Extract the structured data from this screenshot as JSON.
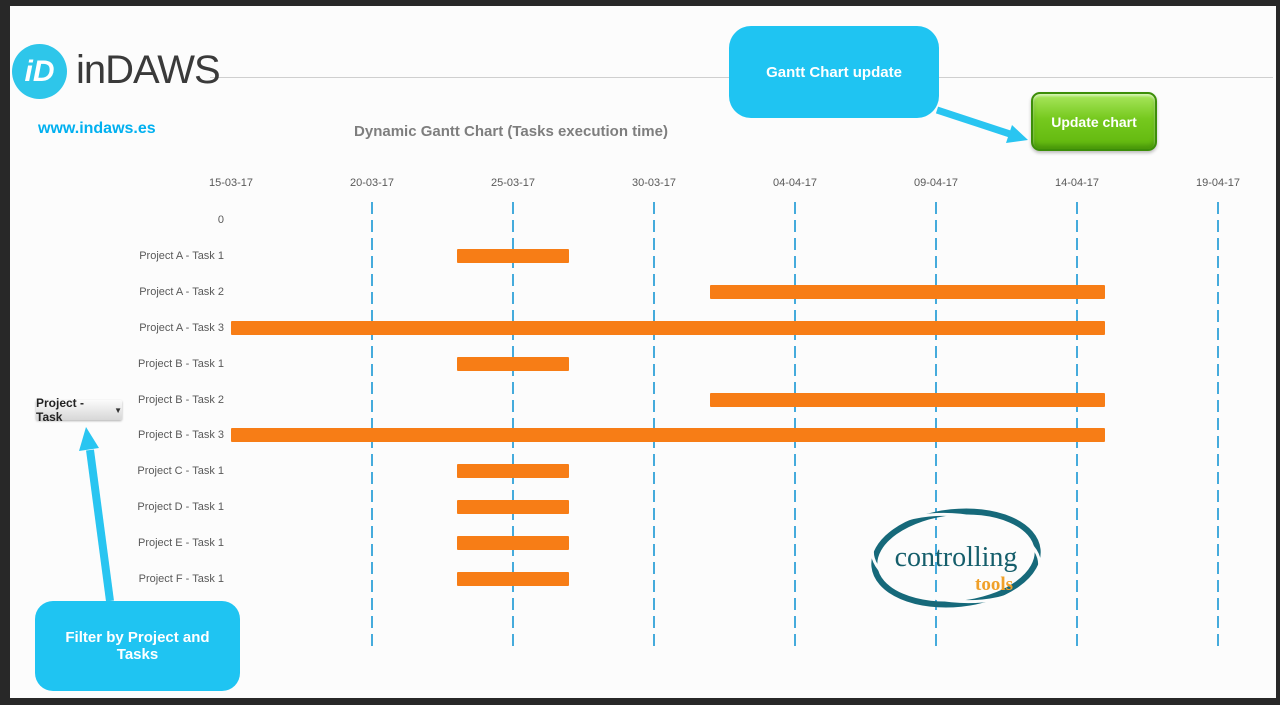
{
  "branding": {
    "logo_circle_text": "iD",
    "logo_text": "inDAWS",
    "website": "www.indaws.es"
  },
  "chart": {
    "title": "Dynamic Gantt Chart (Tasks execution time)"
  },
  "chart_data": {
    "type": "gantt",
    "title": "Dynamic Gantt Chart (Tasks execution time)",
    "x_ticks": [
      "15-03-17",
      "20-03-17",
      "25-03-17",
      "30-03-17",
      "04-04-17",
      "09-04-17",
      "14-04-17",
      "19-04-17"
    ],
    "x_min": "15-03-17",
    "x_max": "19-04-17",
    "tick_interval_days": 5,
    "gridlines": "vertical dashed at every tick except the first",
    "rows": [
      {
        "label": "0"
      },
      {
        "label": "Project A - Task 1",
        "start": "23-03-17",
        "end": "27-03-17",
        "start_day": 8,
        "duration_days": 4
      },
      {
        "label": "Project A - Task 2",
        "start": "01-04-17",
        "end": "15-04-17",
        "start_day": 17,
        "duration_days": 14
      },
      {
        "label": "Project A - Task 3",
        "start": "15-03-17",
        "end": "15-04-17",
        "start_day": 0,
        "duration_days": 31
      },
      {
        "label": "Project B - Task 1",
        "start": "23-03-17",
        "end": "27-03-17",
        "start_day": 8,
        "duration_days": 4
      },
      {
        "label": "Project B - Task 2",
        "start": "01-04-17",
        "end": "15-04-17",
        "start_day": 17,
        "duration_days": 14
      },
      {
        "label": "Project B - Task 3",
        "start": "15-03-17",
        "end": "15-04-17",
        "start_day": 0,
        "duration_days": 31
      },
      {
        "label": "Project C - Task 1",
        "start": "23-03-17",
        "end": "27-03-17",
        "start_day": 8,
        "duration_days": 4
      },
      {
        "label": "Project D - Task 1",
        "start": "23-03-17",
        "end": "27-03-17",
        "start_day": 8,
        "duration_days": 4
      },
      {
        "label": "Project E - Task 1",
        "start": "23-03-17",
        "end": "27-03-17",
        "start_day": 8,
        "duration_days": 4
      },
      {
        "label": "Project F - Task 1",
        "start": "23-03-17",
        "end": "27-03-17",
        "start_day": 8,
        "duration_days": 4
      }
    ],
    "bar_color": "#F77D16",
    "gridline_color": "#45ABDC",
    "label_color": "#595959"
  },
  "callouts": {
    "update": {
      "text": "Gantt Chart update"
    },
    "filter": {
      "text": "Filter by Project and Tasks"
    },
    "color": "#1FC4F2"
  },
  "update_button": {
    "label": "Update chart",
    "color": "#76C91E"
  },
  "filter_dropdown": {
    "label": "Project - Task",
    "arrow_icon": "▼"
  },
  "watermark": {
    "line1": "controlling",
    "line2": "tools",
    "ring_color": "#16697A",
    "tools_color": "#F0A029"
  }
}
